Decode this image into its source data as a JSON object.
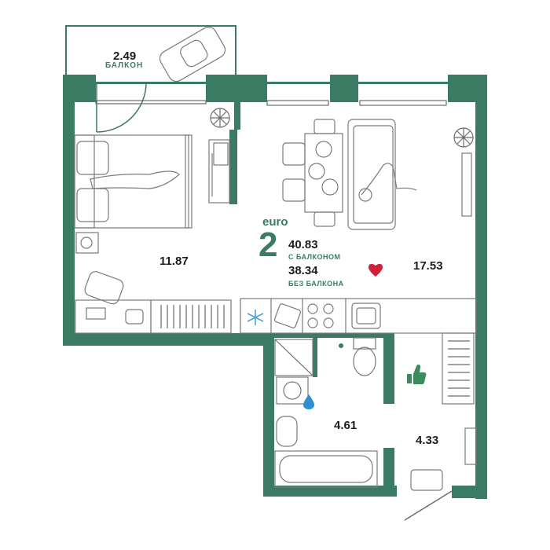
{
  "colors": {
    "wall": "#3b7a63",
    "accent": "#3b7a63",
    "heart": "#d11f3a",
    "drop": "#2e8fd1",
    "snow": "#4da3d9",
    "thumb": "#3b8c5a",
    "furniture": "#6c6c6c"
  },
  "balcony": {
    "area": "2.49",
    "label": "БАЛКОН"
  },
  "bedroom": {
    "area": "11.87"
  },
  "living": {
    "area": "17.53"
  },
  "bathroom": {
    "area": "4.61"
  },
  "hall": {
    "area": "4.33"
  },
  "apartment": {
    "series": "euro",
    "rooms": "2",
    "area_with_balcony": "40.83",
    "with_balcony_label": "С БАЛКОНОМ",
    "area_without_balcony": "38.34",
    "without_balcony_label": "БЕЗ БАЛКОНА"
  },
  "icons": [
    "heart-icon",
    "thumbs-up-icon",
    "water-drop-icon",
    "snowflake-icon",
    "plant-icon"
  ]
}
